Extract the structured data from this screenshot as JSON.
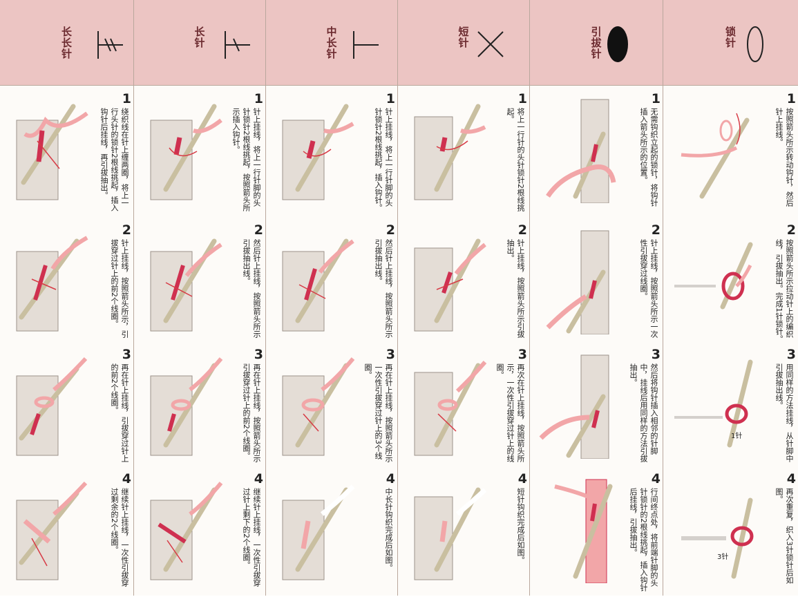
{
  "columns": [
    {
      "title": "长长针",
      "symbol": "treble-symbol",
      "steps": [
        {
          "num": "1",
          "text": "绕织线在针上缠两圈，将上一行头针的锁针2根线挑起，插入钩针后挂线，再引拔抽出。"
        },
        {
          "num": "2",
          "text": "针上挂线，按照箭头所示，引拔穿过针上的前2个线圈。"
        },
        {
          "num": "3",
          "text": "再在针上挂线，引拔穿过针上的前2个线圈。"
        },
        {
          "num": "4",
          "text": "继续针上挂线，一次性引拔穿过剩余的2个线圈。"
        }
      ]
    },
    {
      "title": "长针",
      "symbol": "double-symbol",
      "steps": [
        {
          "num": "1",
          "text": "针上挂线，将上一行针脚的头针锁针2根线挑起，按照箭头所示插入钩针。"
        },
        {
          "num": "2",
          "text": "然后针上挂线，按照箭头所示引拔抽出线。"
        },
        {
          "num": "3",
          "text": "再在针上挂线，按照箭头所示引拔穿过针上的前2个线圈。"
        },
        {
          "num": "4",
          "text": "继续针上挂线，一次性引拔穿过针上剩下的2个线圈。"
        }
      ]
    },
    {
      "title": "中长针",
      "symbol": "half-double-symbol",
      "steps": [
        {
          "num": "1",
          "text": "针上挂线，将上一行针脚的头针锁针2根线挑起，插入钩针。"
        },
        {
          "num": "2",
          "text": "然后针上挂线，按照箭头所示引拔抽出线。"
        },
        {
          "num": "3",
          "text": "再在针上挂线，按照箭头所示一次性引拔穿过针上的3个线圈。"
        },
        {
          "num": "4",
          "text": "中长针钩织完成后如图。"
        }
      ]
    },
    {
      "title": "短针",
      "symbol": "single-symbol",
      "steps": [
        {
          "num": "1",
          "text": "将上一行针的头针锁针2根线挑起。"
        },
        {
          "num": "2",
          "text": "针上挂线，按照箭头所示引拔抽出。"
        },
        {
          "num": "3",
          "text": "再次在针上挂线，按照箭头所示，一次性引拔穿过针上的线圈。"
        },
        {
          "num": "4",
          "text": "短针钩织完成后如图。"
        }
      ]
    },
    {
      "title": "引拔针",
      "symbol": "slip-stitch-symbol",
      "steps": [
        {
          "num": "1",
          "text": "无需钩织立起的锁针，将钩针插入箭头所示的位置。"
        },
        {
          "num": "2",
          "text": "针上挂线，按照箭头所示一次性引拔穿过线圈。"
        },
        {
          "num": "3",
          "text": "然后将钩针插入相邻的针脚中，挂线后用同样的方法引拔抽出。"
        },
        {
          "num": "4",
          "text": "行间终点处，将前端针脚的头针锁针的2根线挑起，插入钩针后挂线，引拔抽出。"
        }
      ]
    },
    {
      "title": "锁针",
      "symbol": "chain-symbol",
      "steps": [
        {
          "num": "1",
          "text": "按照箭头所示转动钩针，然后针上挂线。"
        },
        {
          "num": "2",
          "text": "按照箭头所示拉动针上的编织线，引拔抽出。完成1针锁针。"
        },
        {
          "num": "3",
          "text": "用同样的方法挂线，从针脚中引拔抽出线。",
          "label": "1针"
        },
        {
          "num": "4",
          "text": "再次重复，织入3针锁针后如图。",
          "label": "3针"
        }
      ]
    }
  ],
  "colors": {
    "header_bg": "#ecc5c3",
    "title_text": "#6b2a2f",
    "yarn_light": "#f2a6a8",
    "yarn_dark": "#cf3050",
    "fabric": "#c9c1ba",
    "hook": "#ece6c9"
  }
}
